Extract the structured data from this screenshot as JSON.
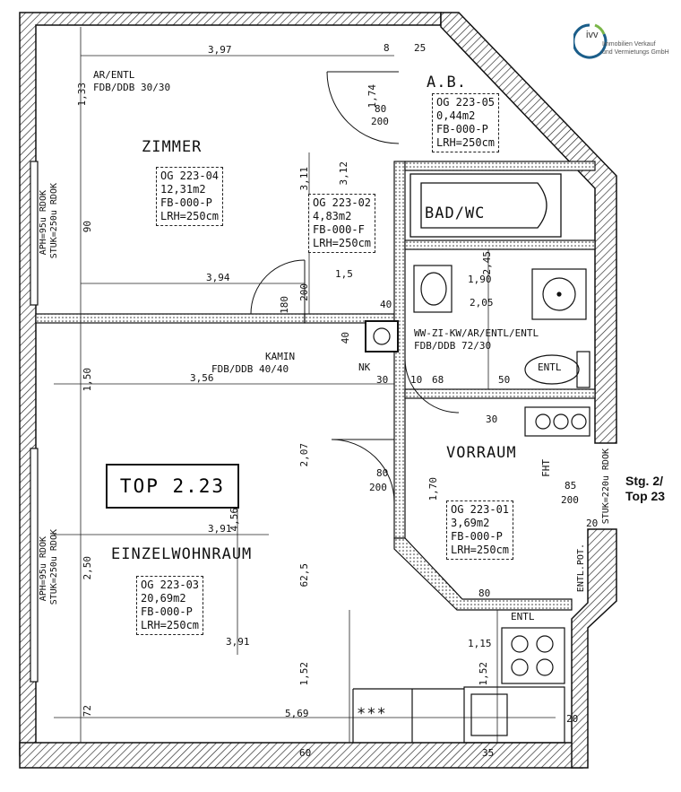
{
  "logo": {
    "name": "ivv",
    "sub_line1": "Immobilien Verkauf",
    "sub_line2": "und Vermietungs GmbH",
    "colors": [
      "#1b5e8a",
      "#7ab648",
      "#9fd0e8"
    ]
  },
  "unit_label": "TOP 2.23",
  "stair_label_line1": "Stg. 2/",
  "stair_label_line2": "Top 23",
  "rooms": {
    "zimmer": {
      "name": "ZIMMER",
      "lines": [
        "OG 223-04",
        "12,31m2",
        "FB-000-P",
        "LRH=250cm"
      ]
    },
    "ab": {
      "name": "A.B.",
      "lines": [
        "OG 223-05",
        "0,44m2",
        "FB-000-P",
        "LRH=250cm"
      ]
    },
    "bad": {
      "name": "BAD/WC",
      "lines": [
        "OG 223-02",
        "4,83m2",
        "FB-000-F",
        "LRH=250cm"
      ]
    },
    "wohnraum": {
      "name": "EINZELWOHNRAUM",
      "lines": [
        "OG 223-03",
        "20,69m2",
        "FB-000-P",
        "LRH=250cm"
      ]
    },
    "vorraum": {
      "name": "VORRAUM",
      "lines": [
        "OG 223-01",
        "3,69m2",
        "FB-000-P",
        "LRH=250cm"
      ]
    }
  },
  "notes": {
    "ar_entl_top": "AR/ENTL",
    "fdb_top": "FDB/DDB 30/30",
    "kamin": "KAMIN",
    "fdb_kamin": "FDB/DDB 40/40",
    "nk": "NK",
    "wwzi": "WW-ZI-KW/AR/ENTL/ENTL",
    "fdb_wwzi": "FDB/DDB 72/30",
    "entl_right": "ENTL",
    "entl_kitchen": "ENTL",
    "fht": "FHT",
    "stuck_left_top": "APH=95u RDOK",
    "stuck_left_top2": "STUK=250u RDOK",
    "stuck_left_bot": "APH=95u RDOK",
    "stuck_left_bot2": "STUK=250u RDOK",
    "stuck_right": "STUK=220u RDOK",
    "entl_pot": "ENTL.POT.",
    "stars": "***"
  },
  "dims": {
    "d397": "3,97",
    "d394": "3,94",
    "d356": "3,56",
    "d391a": "3,91",
    "d391b": "3,91",
    "d569": "5,69",
    "d1745": "1,74",
    "d312": "3,12",
    "d311": "3,11",
    "d245": "2,45",
    "d190": "1,90",
    "d205": "2,05",
    "d15": "1,5",
    "d207": "2,07",
    "d456": "4,56",
    "d625": "62,5",
    "d152a": "1,52",
    "d152b": "1,52",
    "d1155": "1,15",
    "d200a": "200",
    "d200b": "200",
    "d200c": "200",
    "d200d": "200",
    "d80a": "80",
    "d80b": "80",
    "d80c": "80",
    "d85": "85",
    "d40a": "40",
    "d40b": "40",
    "d30a": "30",
    "d30b": "30",
    "d10": "10",
    "d68": "68",
    "d50": "50",
    "d20a": "20",
    "d20b": "20",
    "d25": "25",
    "d8": "8",
    "d170": "1,70",
    "d150": "1,50",
    "d250": "2,50",
    "d72": "72",
    "d180": "180",
    "d90": "90",
    "d60": "60",
    "d35": "35",
    "d133": "1,33"
  }
}
